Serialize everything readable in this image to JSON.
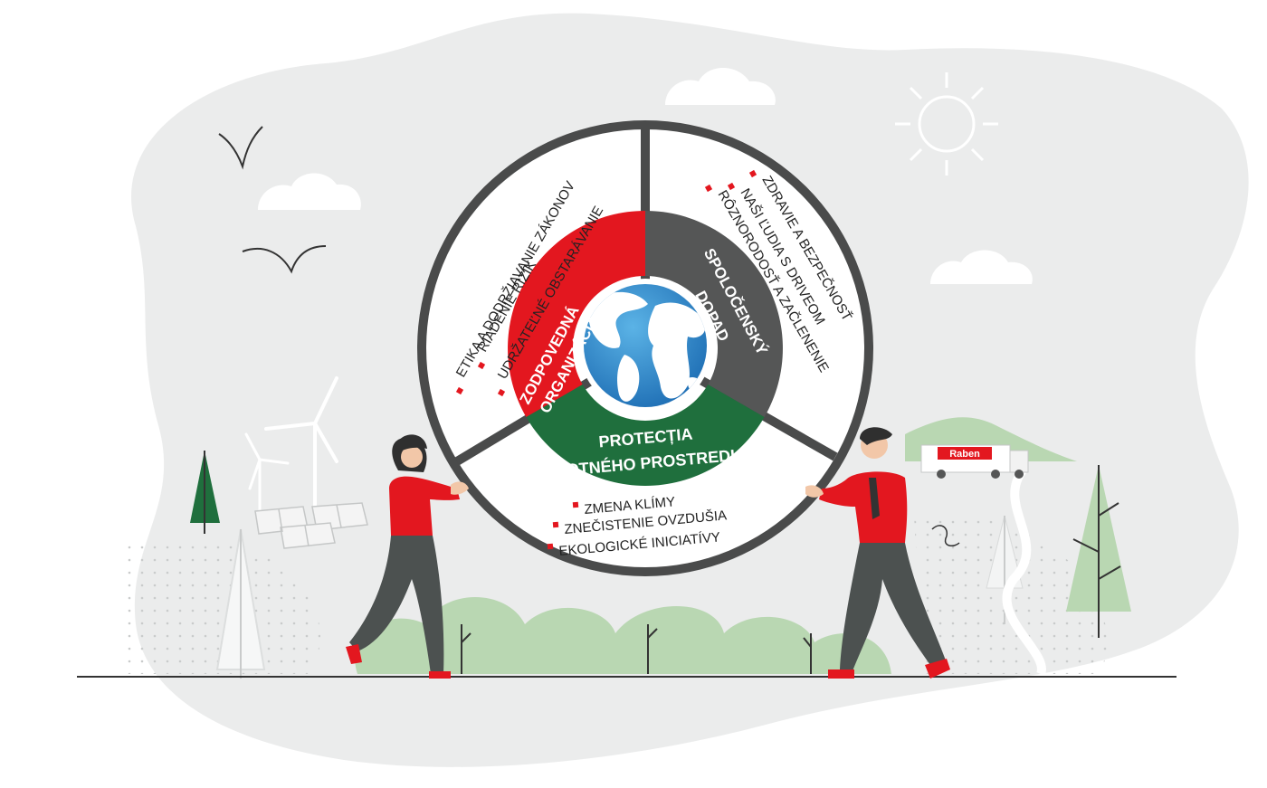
{
  "colors": {
    "red": "#e3171f",
    "dark_gray": "#555656",
    "green": "#1f6f3d",
    "ring": "#4a4b4b",
    "white": "#ffffff",
    "bg_blob": "#ebecec",
    "foliage": "#b9d7b2"
  },
  "wheel": {
    "segments": [
      {
        "title_lines": [
          "ZODPOVEDNÁ",
          "ORGANIZÁCIA"
        ],
        "color": "red",
        "items": [
          "ETIKA A DODRŽIAVANIE ZÁKONOV",
          "RIADENIE RIZÍK",
          "UDRŽATEĽNÉ OBSTARÁVANIE"
        ]
      },
      {
        "title_lines": [
          "SPOLOČENSKÝ",
          "DOPAD"
        ],
        "color": "dark_gray",
        "items": [
          "ZDRAVIE A BEZPEČNOSŤ",
          "NAŠI ĽUDIA S DRIVEOM",
          "RÔZNORODOSŤ A ZAČLENENIE"
        ]
      },
      {
        "title_lines": [
          "PROTECȚIA",
          "ŽIVOTNÉHO PROSTREDIA"
        ],
        "color": "green",
        "items": [
          "ZMENA KLÍMY",
          "ZNEČISTENIE OVZDUŠIA",
          "EKOLOGICKÉ INICIATÍVY"
        ]
      }
    ],
    "center_icon": "globe-icon"
  },
  "truck": {
    "logo": "Raben"
  },
  "icons": [
    "sun-icon",
    "bird-icon",
    "cloud-icon",
    "wind-turbine-icon",
    "solar-panel-icon",
    "tree-icon",
    "truck-icon",
    "person-woman-icon",
    "person-man-icon"
  ]
}
